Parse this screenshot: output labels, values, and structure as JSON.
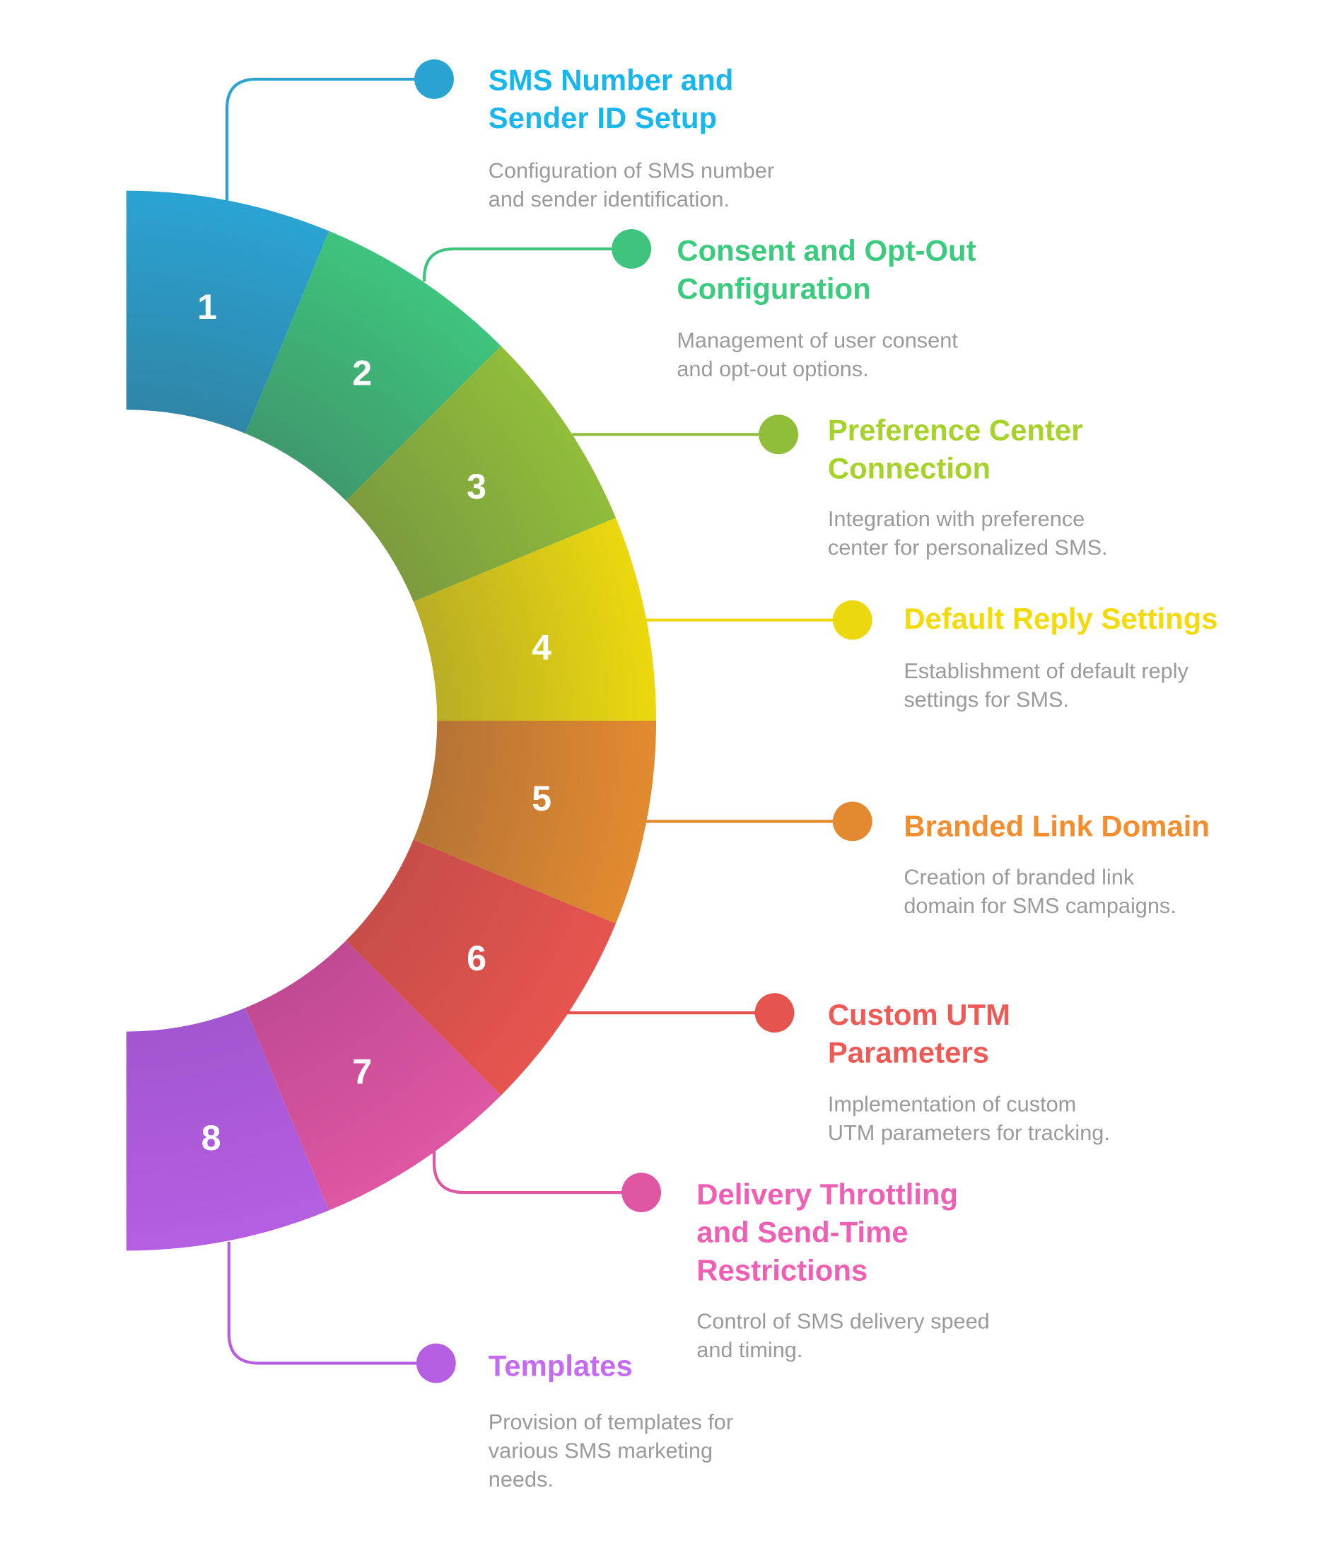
{
  "items": [
    {
      "number": "1",
      "title_lines": [
        "SMS Number and",
        "Sender ID Setup"
      ],
      "desc_lines": [
        "Configuration of SMS number",
        "and sender identification."
      ],
      "color": "#2aa3d3",
      "dark": "#2f86a8",
      "title_color": "#19b6ee"
    },
    {
      "number": "2",
      "title_lines": [
        "Consent and Opt-Out",
        "Configuration"
      ],
      "desc_lines": [
        "Management of user consent",
        "and opt-out options."
      ],
      "color": "#3ec47c",
      "dark": "#3f9a6e",
      "title_color": "#3ccb7e"
    },
    {
      "number": "3",
      "title_lines": [
        "Preference Center",
        "Connection"
      ],
      "desc_lines": [
        "Integration with preference",
        "center for personalized SMS."
      ],
      "color": "#90bd3a",
      "dark": "#7c9b3f",
      "title_color": "#a6d22b"
    },
    {
      "number": "4",
      "title_lines": [
        "Default Reply Settings"
      ],
      "desc_lines": [
        "Establishment of default reply",
        "settings for SMS."
      ],
      "color": "#ecd80e",
      "dark": "#b9ae25",
      "title_color": "#f2da0b"
    },
    {
      "number": "5",
      "title_lines": [
        "Branded Link Domain"
      ],
      "desc_lines": [
        "Creation of branded link",
        "domain for SMS campaigns."
      ],
      "color": "#e38a30",
      "dark": "#b57435",
      "title_color": "#f48d2e"
    },
    {
      "number": "6",
      "title_lines": [
        "Custom UTM",
        "Parameters"
      ],
      "desc_lines": [
        "Implementation of custom",
        "UTM parameters for tracking."
      ],
      "color": "#e6544f",
      "dark": "#c74d48",
      "title_color": "#ee5a55"
    },
    {
      "number": "7",
      "title_lines": [
        "Delivery Throttling",
        "and Send-Time",
        "Restrictions"
      ],
      "desc_lines": [
        "Control of SMS delivery speed",
        "and timing."
      ],
      "color": "#de56a2",
      "dark": "#c04a92",
      "title_color": "#ef5fb3"
    },
    {
      "number": "8",
      "title_lines": [
        "Templates"
      ],
      "desc_lines": [
        "Provision of templates for",
        "various SMS marketing",
        "needs."
      ],
      "color": "#b55ee2",
      "dark": "#a256cf",
      "title_color": "#c46bf2"
    }
  ]
}
